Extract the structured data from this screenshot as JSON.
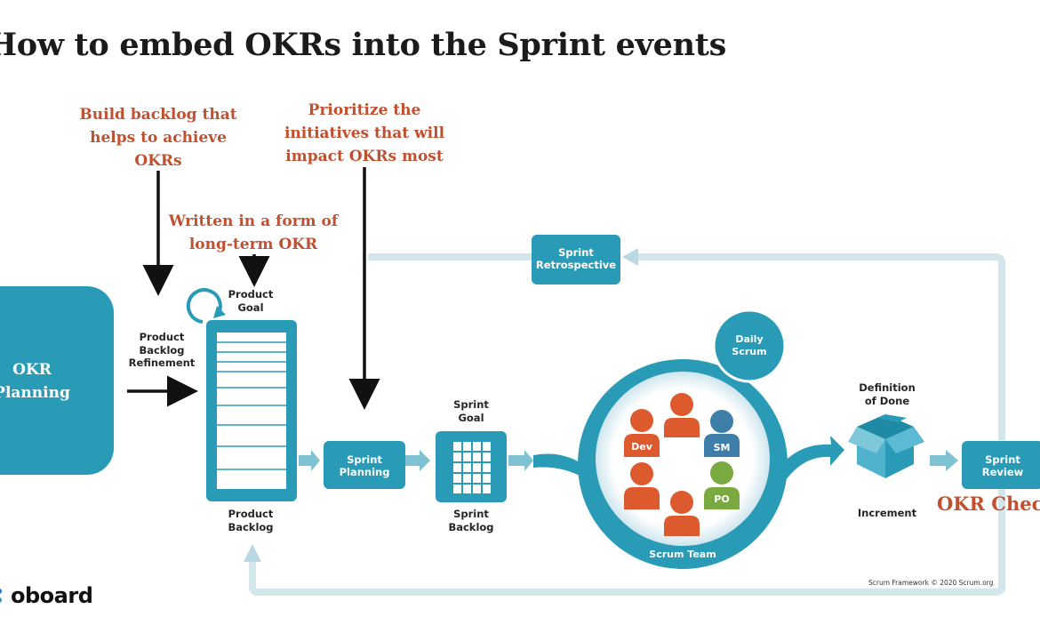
{
  "title": "How to embed OKRs into the Sprint events",
  "annotations": {
    "backlog": [
      "Build backlog that",
      "helps to achieve",
      "OKRs"
    ],
    "prioritize": [
      "Prioritize the",
      "initiatives that will",
      "impact OKRs most"
    ],
    "written": [
      "Written in a form of",
      "long-term OKR"
    ],
    "okr_check": "OKR Check"
  },
  "diagram": {
    "okr_planning": [
      "OKR",
      "Planning"
    ],
    "product_goal": [
      "Product",
      "Goal"
    ],
    "refinement": [
      "Product",
      "Backlog",
      "Refinement"
    ],
    "product_backlog": [
      "Product",
      "Backlog"
    ],
    "sprint_planning": [
      "Sprint",
      "Planning"
    ],
    "sprint_goal": [
      "Sprint",
      "Goal"
    ],
    "sprint_backlog": [
      "Sprint",
      "Backlog"
    ],
    "daily_scrum": [
      "Daily",
      "Scrum"
    ],
    "scrum_team": "Scrum Team",
    "roles": [
      "Dev",
      "SM",
      "PO"
    ],
    "definition_of_done": [
      "Definition",
      "of Done"
    ],
    "increment": "Increment",
    "sprint_review": [
      "Sprint",
      "Review"
    ],
    "sprint_retrospective": [
      "Sprint",
      "Retrospective"
    ],
    "credit": "Scrum Framework © 2020 Scrum.org"
  },
  "logo": "oboard",
  "colors": {
    "teal": "#2a9bb7",
    "teal_dark": "#1f8aa6",
    "loop": "#d3e6ec",
    "accent_text": "#c0502f",
    "person_orange": "#dd5a2e",
    "person_blue": "#3d7fa8",
    "person_green": "#7aa940"
  }
}
